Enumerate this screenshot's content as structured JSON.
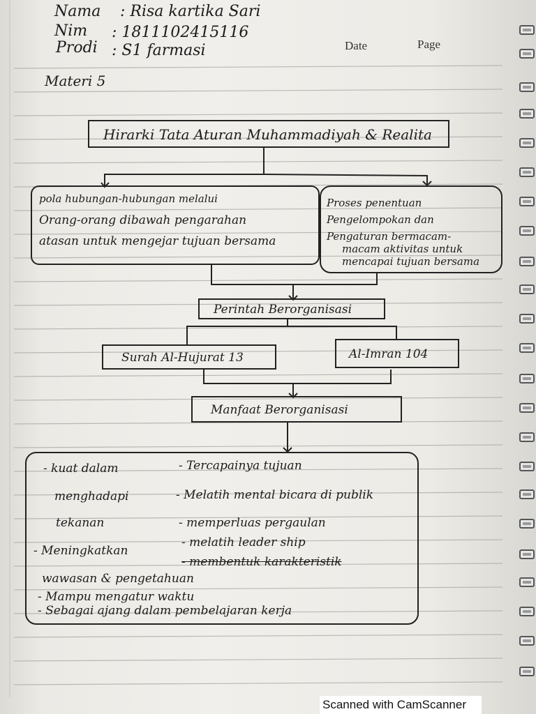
{
  "header": {
    "nama_label": "Nama",
    "nama_value": ": Risa kartika Sari",
    "nim_label": "Nim",
    "nim_value": ": 1811102415116",
    "prodi_label": "Prodi",
    "prodi_value": ": S1 farmasi",
    "date_label": "Date",
    "page_label": "Page"
  },
  "materi": "Materi 5",
  "diagram": {
    "title": "Hirarki Tata Aturan Muhammadiyah & Realita",
    "left_box": [
      "pola hubungan-hubungan melalui",
      "Orang-orang dibawah pengarahan",
      "atasan untuk mengejar tujuan bersama"
    ],
    "right_box": [
      "Proses penentuan",
      "Pengelompokan dan",
      "Pengaturan bermacam-",
      "macam aktivitas untuk",
      "mencapai tujuan bersama"
    ],
    "perintah": "Perintah Berorganisasi",
    "surah_left": "Surah Al-Hujurat 13",
    "surah_right": "Al-Imran 104",
    "manfaat": "Manfaat Berorganisasi",
    "benefits_left": [
      "- kuat dalam",
      "menghadapi",
      "tekanan",
      "- Meningkatkan"
    ],
    "benefits_right": [
      "- Tercapainya tujuan",
      "- Melatih mental bicara di publik",
      "- memperluas pergaulan",
      "- melatih leader ship",
      "- membentuk karakteristik"
    ],
    "benefits_bottom": [
      "wawasan & pengetahuan",
      "- Mampu mengatur waktu",
      "- Sebagai ajang dalam pembelajaran kerja"
    ]
  },
  "footer": "Scanned with CamScanner"
}
